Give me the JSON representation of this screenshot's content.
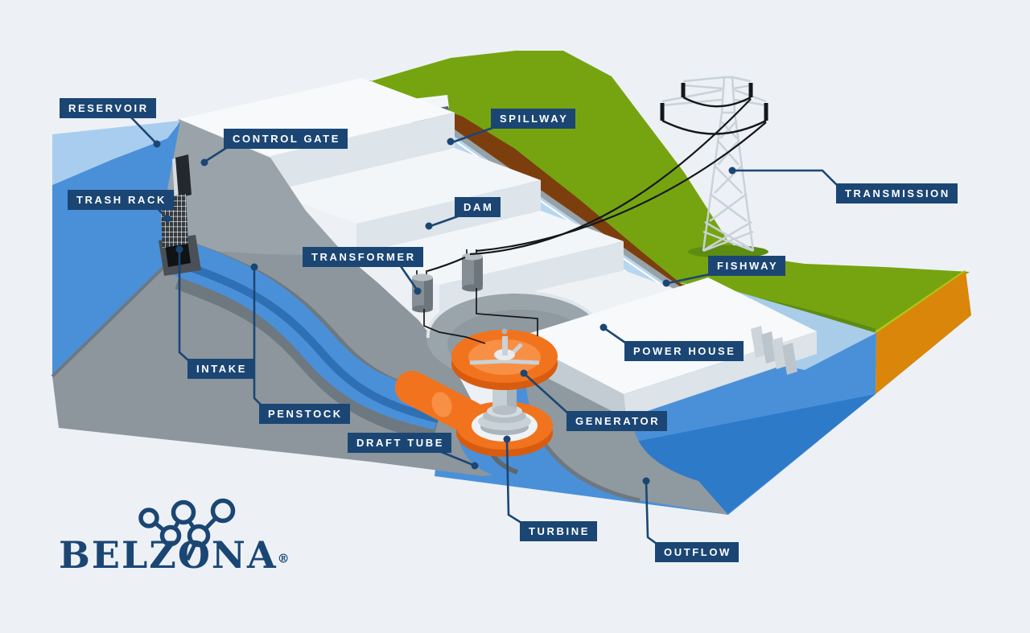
{
  "labels": {
    "reservoir": "RESERVOIR",
    "control_gate": "CONTROL GATE",
    "trash_rack": "TRASH RACK",
    "spillway": "SPILLWAY",
    "dam": "DAM",
    "transmission": "TRANSMISSION",
    "transformer": "TRANSFORMER",
    "fishway": "FISHWAY",
    "power_house": "POWER HOUSE",
    "generator": "GENERATOR",
    "intake": "INTAKE",
    "penstock": "PENSTOCK",
    "draft_tube": "DRAFT TUBE",
    "turbine": "TURBINE",
    "outflow": "OUTFLOW"
  },
  "logo": {
    "brand": "BELZONA",
    "registered_mark": "®"
  },
  "colors": {
    "background": "#edf1f5",
    "label_navy": "#1b4674",
    "water_deep": "#4a90d8",
    "water_pale": "#a9cdee",
    "water_front_dark": "#2d7ac9",
    "grass_green": "#76a410",
    "grass_dark": "#5d8c12",
    "soil_brown": "#7d3e0e",
    "soil_orange": "#d9860a",
    "concrete_white": "#f6f8fa",
    "concrete_shade": "#dde4ea",
    "rock_gray": "#8d969d",
    "machine_orange": "#f2731d",
    "machine_orange_light": "#f79045",
    "steel_gray": "#c6cfd6",
    "wire_black": "#15181b"
  }
}
